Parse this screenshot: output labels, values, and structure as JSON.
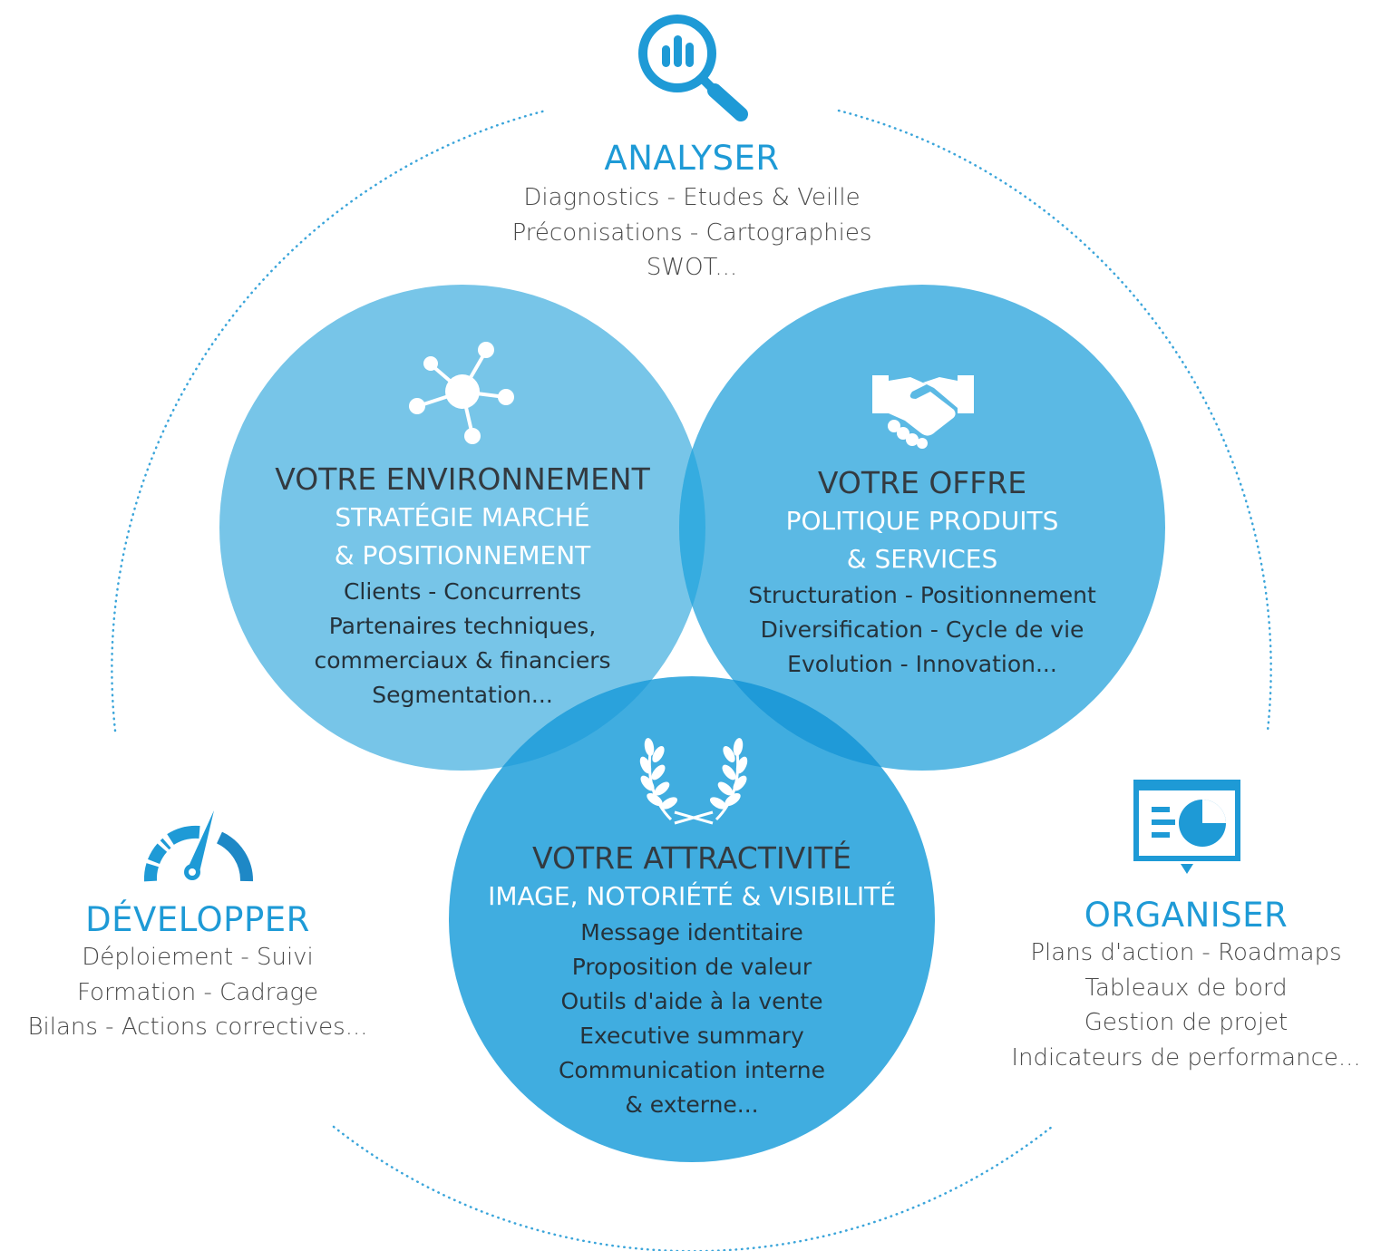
{
  "colors": {
    "accent": "#1e9ad6",
    "circle_environment": "#77c5e8",
    "circle_offre": "#5bb9e4",
    "circle_attractivite": "#40ade0",
    "overlap": "#2aa2dc",
    "ring": "#3ba5da",
    "dark_text": "#333a40"
  },
  "analyser": {
    "icon": "magnifier-chart-icon",
    "title": "ANALYSER",
    "lines": [
      "Diagnostics - Etudes & Veille",
      "Préconisations - Cartographies",
      "SWOT..."
    ]
  },
  "developper": {
    "icon": "speedometer-icon",
    "title": "DÉVELOPPER",
    "lines": [
      "Déploiement - Suivi",
      "Formation - Cadrage",
      "Bilans - Actions correctives..."
    ]
  },
  "organiser": {
    "icon": "presentation-board-icon",
    "title": "ORGANISER",
    "lines": [
      "Plans d'action - Roadmaps",
      "Tableaux de bord",
      "Gestion de projet",
      "Indicateurs de performance..."
    ]
  },
  "environnement": {
    "icon": "network-nodes-icon",
    "title": "VOTRE ENVIRONNEMENT",
    "subtitle_lines": [
      "STRATÉGIE MARCHÉ",
      "& POSITIONNEMENT"
    ],
    "lines": [
      "Clients - Concurrents",
      "Partenaires techniques,",
      "commerciaux & financiers",
      "Segmentation..."
    ]
  },
  "offre": {
    "icon": "handshake-icon",
    "title": "VOTRE OFFRE",
    "subtitle_lines": [
      "POLITIQUE PRODUITS",
      "& SERVICES"
    ],
    "lines": [
      "Structuration - Positionnement",
      "Diversification - Cycle de vie",
      "Evolution - Innovation..."
    ]
  },
  "attractivite": {
    "icon": "laurel-wreath-icon",
    "title": "VOTRE ATTRACTIVITÉ",
    "subtitle_lines": [
      "IMAGE, NOTORIÉTÉ & VISIBILITÉ"
    ],
    "lines": [
      "Message identitaire",
      "Proposition de valeur",
      "Outils d'aide à la vente",
      "Executive summary",
      "Communication interne",
      "& externe..."
    ]
  }
}
